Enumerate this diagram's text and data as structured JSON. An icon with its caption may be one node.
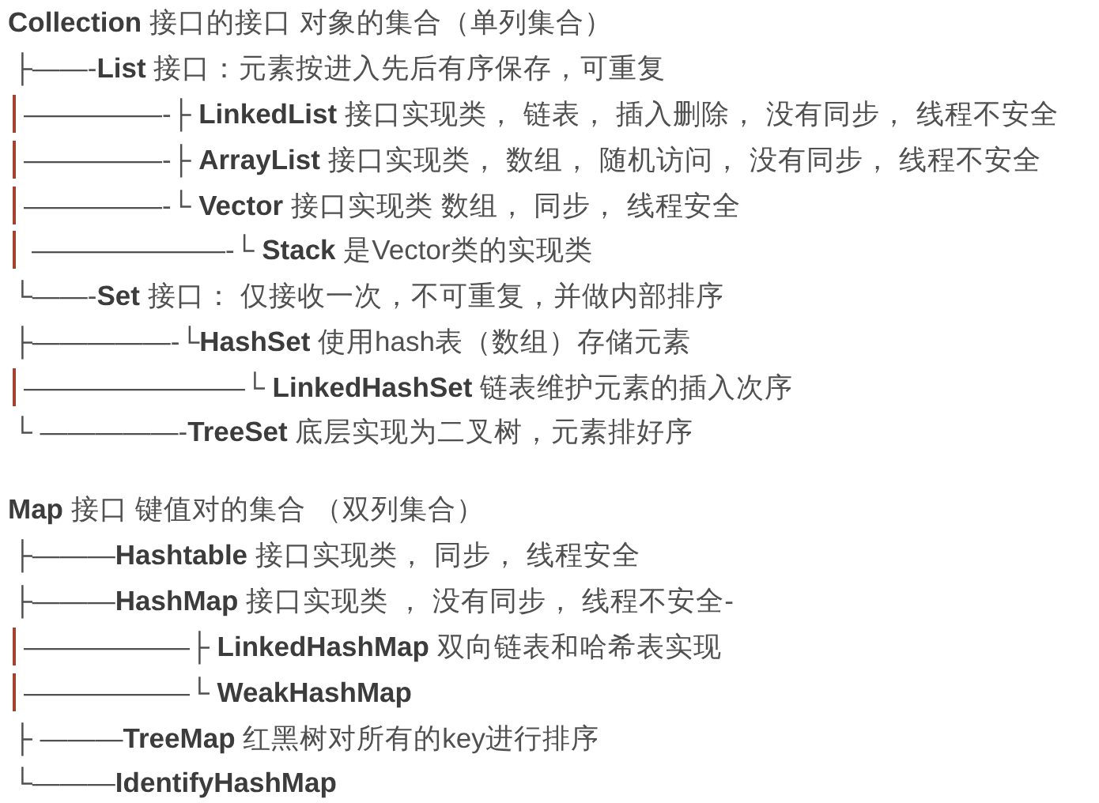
{
  "diagram": {
    "labels": [
      "**Collection** 接口的接口 对象的集合（单列集合）",
      "├——-**List** 接口：元素按进入先后有序保存，可重复",
      "—————-├ **LinkedList** 接口实现类， 链表， 插入删除， 没有同步， 线程不安全",
      "—————-├ **ArrayList** 接口实现类， 数组， 随机访问， 没有同步， 线程不安全",
      "—————-└ **Vector** 接口实现类 数组， 同步， 线程安全",
      "———————-└ **Stack** 是Vector类的实现类",
      "└——-**Set** 接口： 仅接收一次，不可重复，并做内部排序",
      "├—————-└**HashSet** 使用hash表（数组）存储元素",
      "————————└ **LinkedHashSet** 链表维护元素的插入次序",
      "└ —————-**TreeSet** 底层实现为二叉树，元素排好序",
      "**Map** 接口 键值对的集合 （双列集合）",
      "├———**Hashtable** 接口实现类， 同步， 线程安全",
      "├———**HashMap** 接口实现类 ， 没有同步， 线程不安全-",
      "——————├ **LinkedHashMap** 双向链表和哈希表实现",
      "——————└ **WeakHashMap**",
      "├ ———**TreeMap** 红黑树对所有的key进行排序",
      "└———**IdentifyHashMap**"
    ]
  }
}
